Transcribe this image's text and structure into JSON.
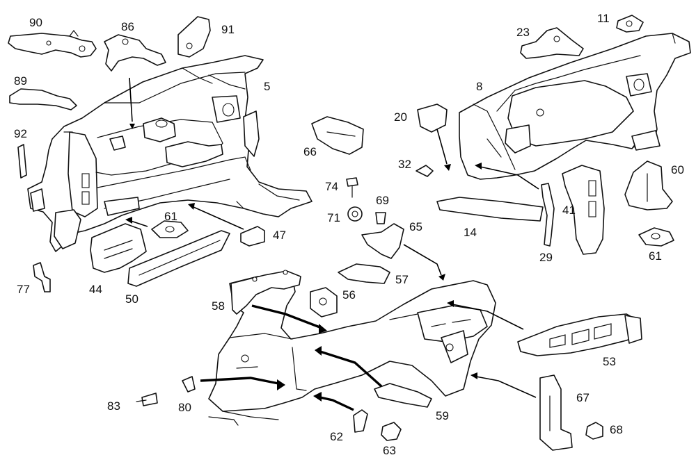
{
  "diagram": {
    "labels": [
      {
        "id": "p90",
        "text": "90"
      },
      {
        "id": "p86",
        "text": "86"
      },
      {
        "id": "p91",
        "text": "91"
      },
      {
        "id": "p5",
        "text": "5"
      },
      {
        "id": "p89",
        "text": "89"
      },
      {
        "id": "p92",
        "text": "92"
      },
      {
        "id": "p61a",
        "text": "61"
      },
      {
        "id": "p47",
        "text": "47"
      },
      {
        "id": "p77",
        "text": "77"
      },
      {
        "id": "p44",
        "text": "44"
      },
      {
        "id": "p50",
        "text": "50"
      },
      {
        "id": "p66",
        "text": "66"
      },
      {
        "id": "p74",
        "text": "74"
      },
      {
        "id": "p69",
        "text": "69"
      },
      {
        "id": "p71",
        "text": "71"
      },
      {
        "id": "p65",
        "text": "65"
      },
      {
        "id": "p57",
        "text": "57"
      },
      {
        "id": "p56",
        "text": "56"
      },
      {
        "id": "p58",
        "text": "58"
      },
      {
        "id": "p11",
        "text": "11"
      },
      {
        "id": "p23",
        "text": "23"
      },
      {
        "id": "p8",
        "text": "8"
      },
      {
        "id": "p20",
        "text": "20"
      },
      {
        "id": "p32",
        "text": "32"
      },
      {
        "id": "p14",
        "text": "14"
      },
      {
        "id": "p29",
        "text": "29"
      },
      {
        "id": "p41",
        "text": "41"
      },
      {
        "id": "p60",
        "text": "60"
      },
      {
        "id": "p61b",
        "text": "61"
      },
      {
        "id": "p53",
        "text": "53"
      },
      {
        "id": "p67",
        "text": "67"
      },
      {
        "id": "p68",
        "text": "68"
      },
      {
        "id": "p83",
        "text": "83"
      },
      {
        "id": "p80",
        "text": "80"
      },
      {
        "id": "p59",
        "text": "59"
      },
      {
        "id": "p62",
        "text": "62"
      },
      {
        "id": "p63",
        "text": "63"
      }
    ]
  }
}
